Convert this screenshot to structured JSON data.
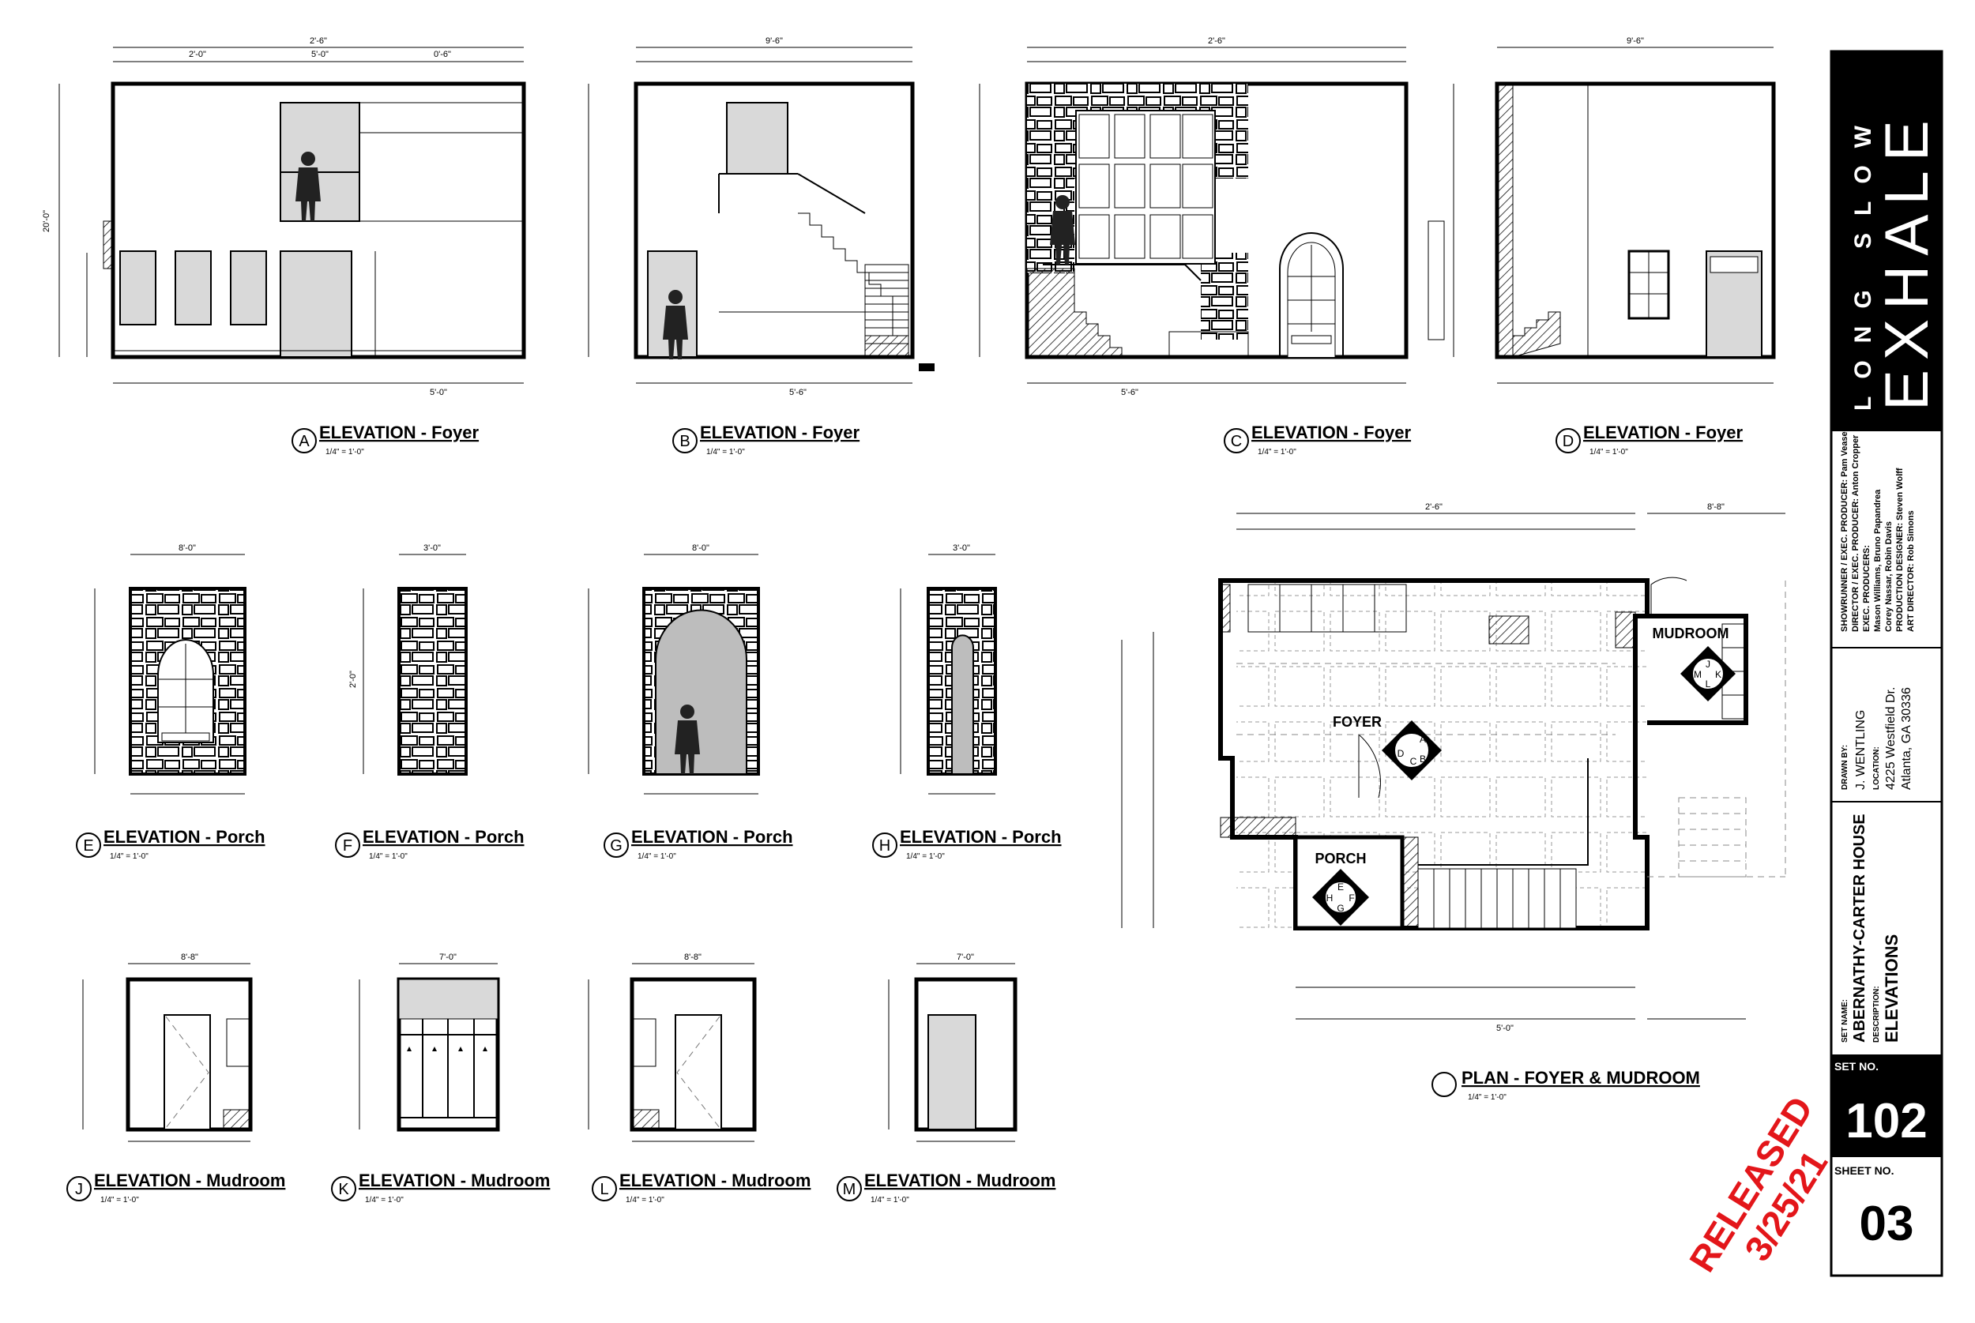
{
  "title_block": {
    "brand_line1": "LONG SLOW",
    "brand_line2": "EXHALE",
    "credits": [
      "SHOWRUNNER / EXEC. PRODUCER: Pam Veasey",
      "DIRECTOR / EXEC. PRODUCER: Anton Cropper",
      "EXEC. PRODUCERS:",
      "Mason Williams, Bruno Papandrea",
      "Corey Nassar, Robin Davis",
      "PRODUCTION DESIGNER: Steven Wolff",
      "ART DIRECTOR: Rob Simons"
    ],
    "drawn_by_label": "DRAWN BY:",
    "drawn_by": "J. WENTLING",
    "location_label": "LOCATION:",
    "location_line1": "4225 Westfield Dr.",
    "location_line2": "Atlanta, GA 30336",
    "set_name_label": "SET NAME:",
    "set_name": "ABERNATHY-CARTER HOUSE",
    "description_label": "DESCRIPTION:",
    "description": "ELEVATIONS",
    "set_no_label": "SET NO.",
    "set_no": "102",
    "sheet_no_label": "SHEET NO.",
    "sheet_no": "03"
  },
  "stamp": {
    "line1": "RELEASED",
    "line2": "3/25/21",
    "color": "#e3161a"
  },
  "scale_note": "1/4\" = 1'-0\"",
  "views": [
    {
      "letter": "A",
      "title": "ELEVATION - Foyer"
    },
    {
      "letter": "B",
      "title": "ELEVATION - Foyer"
    },
    {
      "letter": "C",
      "title": "ELEVATION - Foyer"
    },
    {
      "letter": "D",
      "title": "ELEVATION - Foyer"
    },
    {
      "letter": "E",
      "title": "ELEVATION - Porch"
    },
    {
      "letter": "F",
      "title": "ELEVATION - Porch"
    },
    {
      "letter": "G",
      "title": "ELEVATION - Porch"
    },
    {
      "letter": "H",
      "title": "ELEVATION - Porch"
    },
    {
      "letter": "J",
      "title": "ELEVATION - Mudroom"
    },
    {
      "letter": "K",
      "title": "ELEVATION - Mudroom"
    },
    {
      "letter": "L",
      "title": "ELEVATION - Mudroom"
    },
    {
      "letter": "M",
      "title": "ELEVATION - Mudroom"
    }
  ],
  "plan": {
    "title": "PLAN - FOYER & MUDROOM",
    "rooms": {
      "foyer": "FOYER",
      "porch": "PORCH",
      "mudroom": "MUDROOM"
    },
    "markers": {
      "foyer": [
        "A",
        "B",
        "C",
        "D"
      ],
      "porch": [
        "E",
        "F",
        "G",
        "H"
      ],
      "mudroom": [
        "J",
        "K",
        "L",
        "M"
      ]
    }
  },
  "dims": {
    "a_top": "2'-6\"",
    "a_top2": "2'-0\"",
    "a_top3": "5'-0\"",
    "a_top4": "0'-6\"",
    "a_height": "20'-0\"",
    "a_bottom": "5'-0\"",
    "b_top": "9'-6\"",
    "b_bottom": "5'-6\"",
    "c_top": "2'-6\"",
    "c_bottom": "5'-6\"",
    "d_top": "9'-6\"",
    "porch_w": "8'-0\"",
    "porch_w2": "3'-0\"",
    "porch_h": "2'-0\"",
    "mud_w": "8'-8\"",
    "mud_w2": "7'-0\"",
    "plan_top": "2'-6\"",
    "plan_right": "8'-8\"",
    "plan_bottom": "5'-0\""
  }
}
